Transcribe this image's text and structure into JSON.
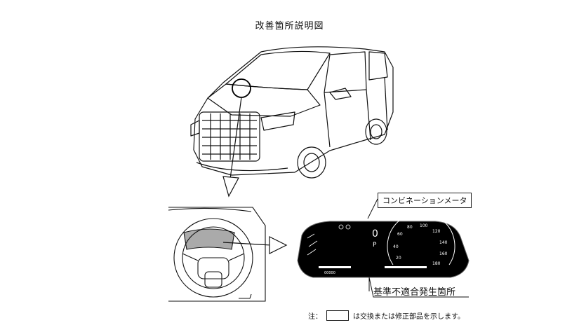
{
  "title": "改善箇所説明図",
  "callouts": {
    "meter": "コンビネーションメータ",
    "fault": "基準不適合発生箇所"
  },
  "note": {
    "prefix": "注：",
    "suffix": "は交換または修正部品を示します。"
  },
  "meter": {
    "speed_ticks": [
      "20",
      "40",
      "60",
      "80",
      "100",
      "120",
      "140",
      "160",
      "180"
    ],
    "shift": "P",
    "odo": "00000"
  }
}
